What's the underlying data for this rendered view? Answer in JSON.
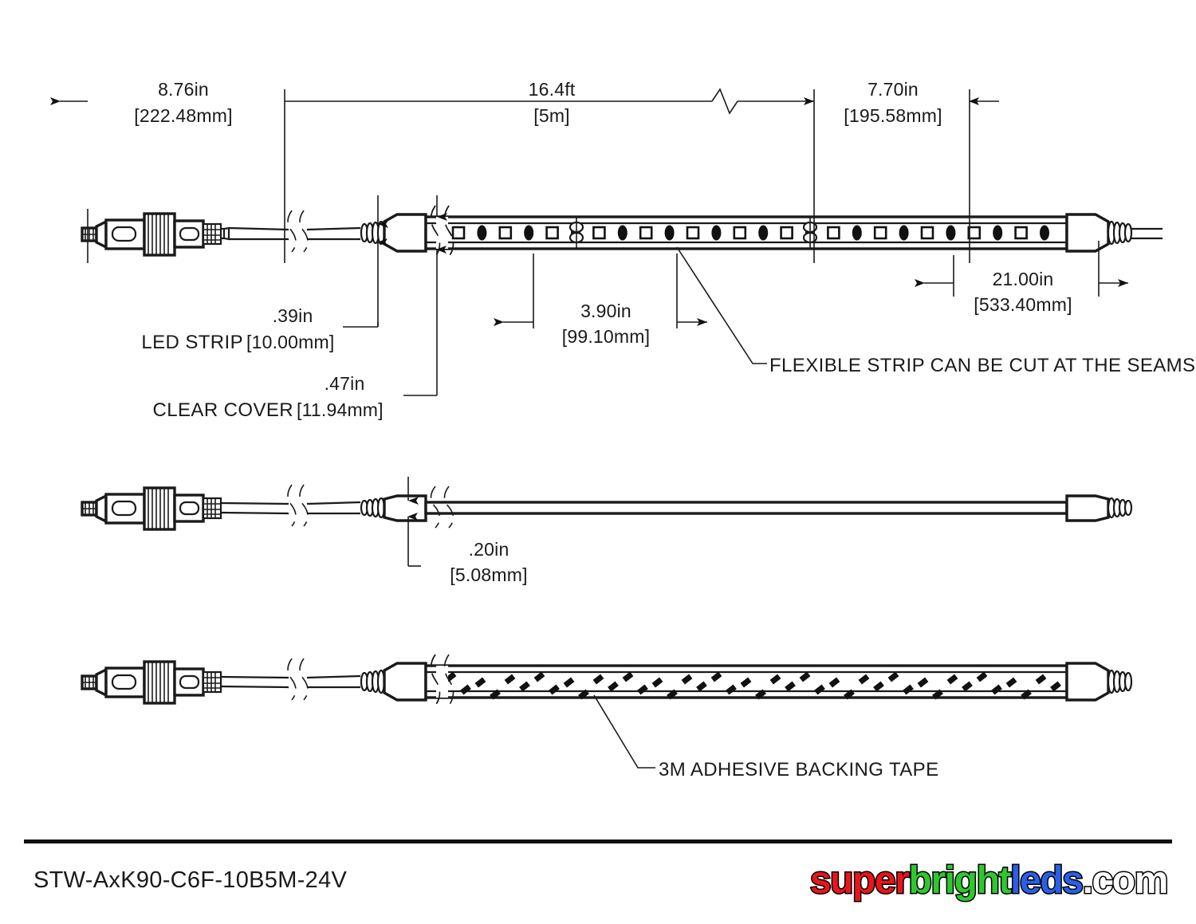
{
  "drawing": {
    "title_part_number": "STW-AxK90-C6F-10B5M-24V",
    "logo": {
      "part1": "super",
      "part2": "bright",
      "part3": "leds",
      "part4": ".com",
      "color1": "#e8151b",
      "color2": "#2ec82e",
      "color3": "#2a5fe8",
      "color4": "#ffffff"
    },
    "dimensions": {
      "lead_in": {
        "imperial": "8.76in",
        "metric": "[222.48mm]"
      },
      "strip_length": {
        "imperial": "16.4ft",
        "metric": "[5m]"
      },
      "lead_out": {
        "imperial": "7.70in",
        "metric": "[195.58mm]"
      },
      "tail_cable": {
        "imperial": "21.00in",
        "metric": "[533.40mm]"
      },
      "strip_width": {
        "imperial": ".39in",
        "metric": "[10.00mm]"
      },
      "cover_width": {
        "imperial": ".47in",
        "metric": "[11.94mm]"
      },
      "led_pitch": {
        "imperial": "3.90in",
        "metric": "[99.10mm]"
      },
      "thickness": {
        "imperial": ".20in",
        "metric": "[5.08mm]"
      }
    },
    "labels": {
      "led_strip": "LED STRIP",
      "clear_cover": "CLEAR COVER",
      "cut_note": "FLEXIBLE STRIP CAN BE CUT AT THE SEAMS",
      "adhesive_note": "3M ADHESIVE BACKING TAPE"
    },
    "views": {
      "top": "front view of LED strip with connectors",
      "middle": "side profile view of LED strip",
      "bottom": "back view with adhesive backing tape"
    }
  }
}
